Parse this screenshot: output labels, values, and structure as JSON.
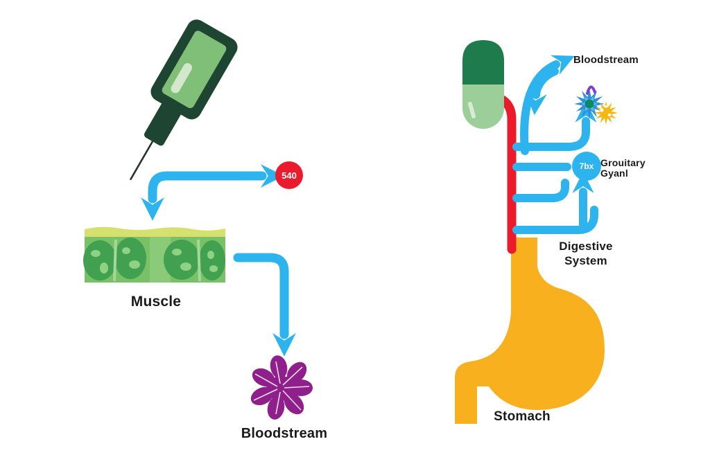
{
  "left": {
    "dose_badge": "540",
    "muscle_label": "Muscle",
    "bloodstream_label": "Bloodstream"
  },
  "right": {
    "bloodstream_label": "Bloodstream",
    "gland_badge": "7bx",
    "gland_label_line1": "Grouitary",
    "gland_label_line2": "Gyanl",
    "digestive_label_line1": "Digestive",
    "digestive_label_line2": "System",
    "stomach_label": "Stomach"
  },
  "colors": {
    "arrow_blue": "#2db4ee",
    "route_red": "#ec1b2c",
    "badge_red": "#ea1b2d",
    "stomach_orange": "#f8b01e",
    "capsule_dark_green": "#1e7b4b",
    "capsule_light_green": "#9bce98",
    "syringe_dark_green": "#1d4531",
    "syringe_body_green": "#7fbf77",
    "muscle_top_band": "#d5e06e",
    "muscle_body_green": "#79c167",
    "muscle_blob_green": "#42a051",
    "bloodstream_purple": "#8e1f8b",
    "label_black": "#1a1a1a"
  },
  "icons": {
    "syringe": "syringe-icon",
    "muscle": "muscle-tissue-icon",
    "bloodstream_cells": "bloodstream-cells-icon",
    "capsule": "capsule-icon",
    "stomach": "stomach-icon",
    "burst_blue": "dispersal-burst-blue-icon",
    "burst_yellow": "dispersal-burst-yellow-icon"
  }
}
